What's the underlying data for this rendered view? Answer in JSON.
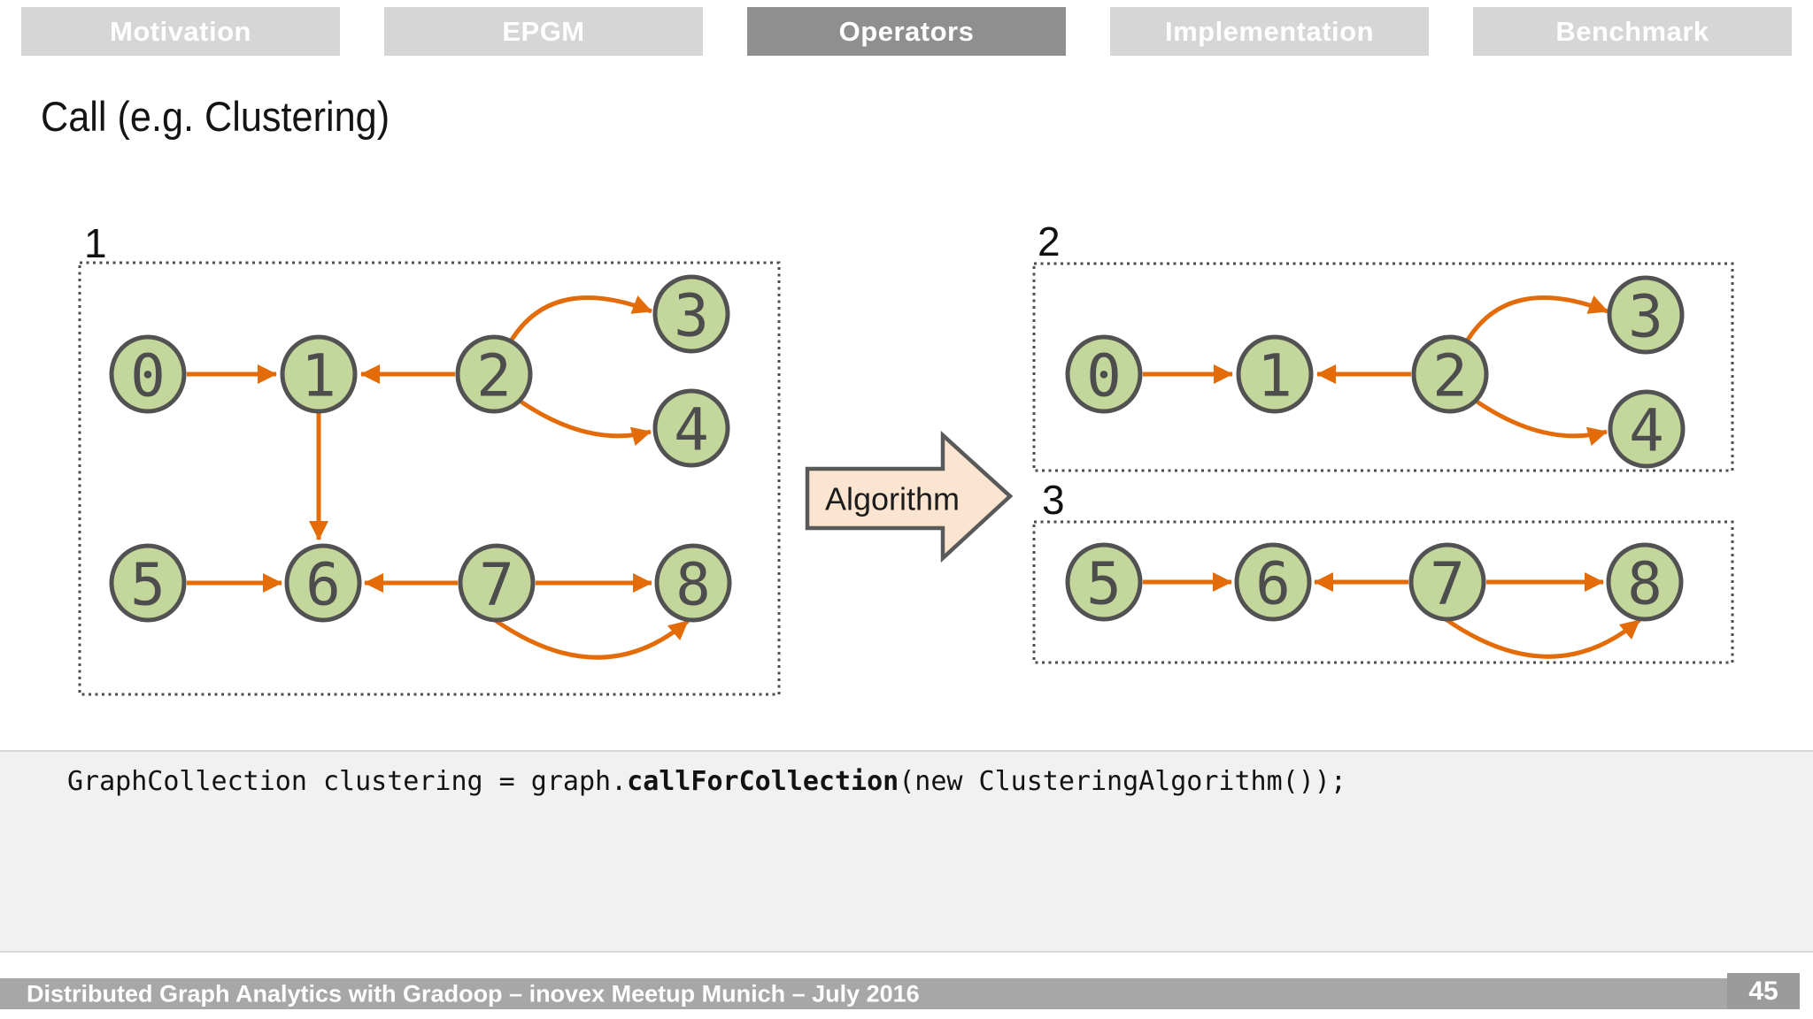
{
  "nav": {
    "tabs": [
      {
        "label": "Motivation",
        "active": false
      },
      {
        "label": "EPGM",
        "active": false
      },
      {
        "label": "Operators",
        "active": true
      },
      {
        "label": "Implementation",
        "active": false
      },
      {
        "label": "Benchmark",
        "active": false
      }
    ]
  },
  "slide": {
    "title": "Call (e.g. Clustering)"
  },
  "diagram": {
    "algorithm_arrow_label": "Algorithm",
    "input_graph": {
      "label": "1",
      "nodes": [
        "0",
        "1",
        "2",
        "3",
        "4",
        "5",
        "6",
        "7",
        "8"
      ],
      "edges": [
        [
          "0",
          "1"
        ],
        [
          "2",
          "1"
        ],
        [
          "2",
          "3"
        ],
        [
          "2",
          "4"
        ],
        [
          "1",
          "6"
        ],
        [
          "5",
          "6"
        ],
        [
          "7",
          "6"
        ],
        [
          "7",
          "8"
        ],
        [
          "7",
          "8"
        ]
      ]
    },
    "output_graphs": [
      {
        "label": "2",
        "nodes": [
          "0",
          "1",
          "2",
          "3",
          "4"
        ],
        "edges": [
          [
            "0",
            "1"
          ],
          [
            "2",
            "1"
          ],
          [
            "2",
            "3"
          ],
          [
            "2",
            "4"
          ]
        ]
      },
      {
        "label": "3",
        "nodes": [
          "5",
          "6",
          "7",
          "8"
        ],
        "edges": [
          [
            "5",
            "6"
          ],
          [
            "7",
            "6"
          ],
          [
            "7",
            "8"
          ],
          [
            "7",
            "8"
          ]
        ]
      }
    ]
  },
  "code": {
    "normal_prefix": "GraphCollection clustering = graph.",
    "bold": "callForCollection",
    "normal_suffix": "(new ClusteringAlgorithm());"
  },
  "footer": {
    "text": "Distributed Graph Analytics with Gradoop – inovex Meetup Munich – July 2016",
    "page_number": "45"
  },
  "colors": {
    "node_fill": "#C3D69B",
    "node_border": "#525252",
    "edge_orange": "#E36C09",
    "algorithm_arrow_fill": "#FBE5D1",
    "tab_active_bg": "#8f8f8f",
    "tab_inactive_bg": "#d6d6d6",
    "footer_bg": "#a7a7a7",
    "code_bg": "#f1f1f1"
  }
}
